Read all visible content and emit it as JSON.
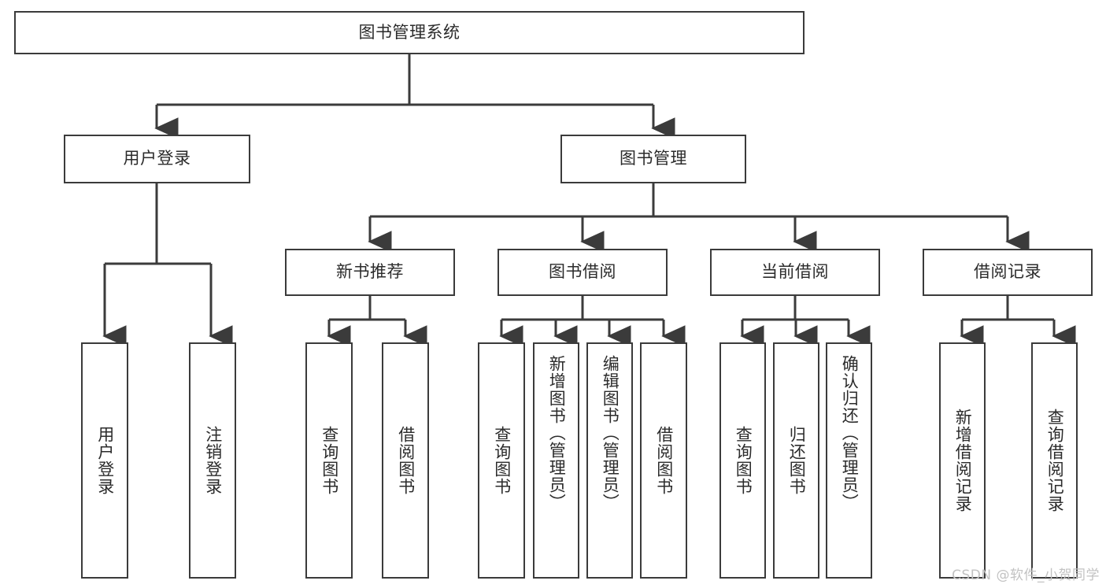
{
  "diagram": {
    "type": "tree-hierarchy",
    "title": "图书管理系统",
    "watermark": "CSDN @软件_小贺同学",
    "colors": {
      "stroke": "#3b3b3b",
      "fill": "#ffffff",
      "text": "#2b2b2b",
      "watermark": "#c2c2c2"
    },
    "nodes": {
      "root": {
        "label": "图书管理系统"
      },
      "level2": [
        {
          "id": "user-login",
          "label": "用户登录"
        },
        {
          "id": "book-manage",
          "label": "图书管理"
        }
      ],
      "level3": [
        {
          "id": "new-book-recommend",
          "label": "新书推荐"
        },
        {
          "id": "book-borrow",
          "label": "图书借阅"
        },
        {
          "id": "current-borrow",
          "label": "当前借阅"
        },
        {
          "id": "borrow-record",
          "label": "借阅记录"
        }
      ],
      "leaves": {
        "user-login": [
          {
            "id": "leaf-user-login",
            "label": "用户登录"
          },
          {
            "id": "leaf-logout",
            "label": "注销登录"
          }
        ],
        "new-book-recommend": [
          {
            "id": "leaf-query-book-1",
            "label": "查询图书"
          },
          {
            "id": "leaf-borrow-book-1",
            "label": "借阅图书"
          }
        ],
        "book-borrow": [
          {
            "id": "leaf-query-book-2",
            "label": "查询图书"
          },
          {
            "id": "leaf-add-book",
            "label": "新增图书（管理员）"
          },
          {
            "id": "leaf-edit-book",
            "label": "编辑图书（管理员）"
          },
          {
            "id": "leaf-borrow-book-2",
            "label": "借阅图书"
          }
        ],
        "current-borrow": [
          {
            "id": "leaf-query-book-3",
            "label": "查询图书"
          },
          {
            "id": "leaf-return-book",
            "label": "归还图书"
          },
          {
            "id": "leaf-confirm-return",
            "label": "确认归还（管理员）"
          }
        ],
        "borrow-record": [
          {
            "id": "leaf-add-record",
            "label": "新增借阅记录"
          },
          {
            "id": "leaf-query-record",
            "label": "查询借阅记录"
          }
        ]
      }
    }
  }
}
